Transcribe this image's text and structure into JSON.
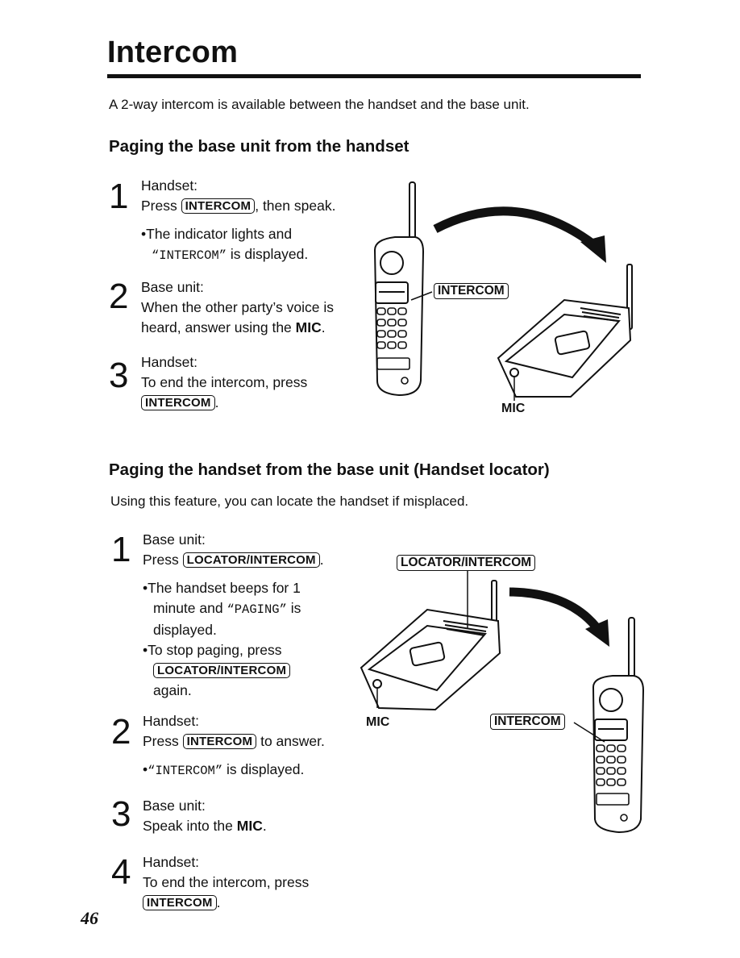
{
  "page": {
    "title": "Intercom",
    "intro": "A 2-way intercom is available between the handset and the base unit.",
    "page_number": "46"
  },
  "section1": {
    "heading": "Paging the base unit from the handset",
    "step1": {
      "num": "1",
      "line1": "Handset:",
      "line2_pre": "Press ",
      "key": "INTERCOM",
      "line2_post": ", then speak.",
      "bullet_line1": "The indicator lights and",
      "bullet_mono": "“INTERCOM”",
      "bullet_line2_post": " is displayed."
    },
    "step2": {
      "num": "2",
      "line1": "Base unit:",
      "line2": "When the other party’s voice is",
      "line3_pre": "heard, answer using the ",
      "line3_bold": "MIC",
      "line3_post": "."
    },
    "step3": {
      "num": "3",
      "line1": "Handset:",
      "line2": "To end the intercom, press",
      "key": "INTERCOM",
      "line3_post": "."
    },
    "figure": {
      "callout": "INTERCOM",
      "mic_label": "MIC"
    }
  },
  "section2": {
    "heading": "Paging the handset from the base unit (Handset locator)",
    "sub": "Using this feature, you can locate the handset if misplaced.",
    "step1": {
      "num": "1",
      "line1": "Base unit:",
      "line2_pre": "Press ",
      "key": "LOCATOR/INTERCOM",
      "line2_post": ".",
      "b1_line1": "The handset beeps for 1",
      "b1_line2_pre": "minute and ",
      "b1_mono": "“PAGING”",
      "b1_line2_post": " is",
      "b1_line3": "displayed.",
      "b2_line1": "To stop paging, press",
      "b2_key": "LOCATOR/INTERCOM",
      "b2_line3": "again."
    },
    "step2": {
      "num": "2",
      "line1": "Handset:",
      "line2_pre": "Press ",
      "key": "INTERCOM",
      "line2_post": " to answer.",
      "bullet_mono": "“INTERCOM”",
      "bullet_post": " is displayed."
    },
    "step3": {
      "num": "3",
      "line1": "Base unit:",
      "line2_pre": "Speak into the ",
      "line2_bold": "MIC",
      "line2_post": "."
    },
    "step4": {
      "num": "4",
      "line1": "Handset:",
      "line2": "To end the intercom, press",
      "key": "INTERCOM",
      "line3_post": "."
    },
    "figure": {
      "callout_locator": "LOCATOR/INTERCOM",
      "callout_intercom": "INTERCOM",
      "mic_label": "MIC"
    }
  }
}
